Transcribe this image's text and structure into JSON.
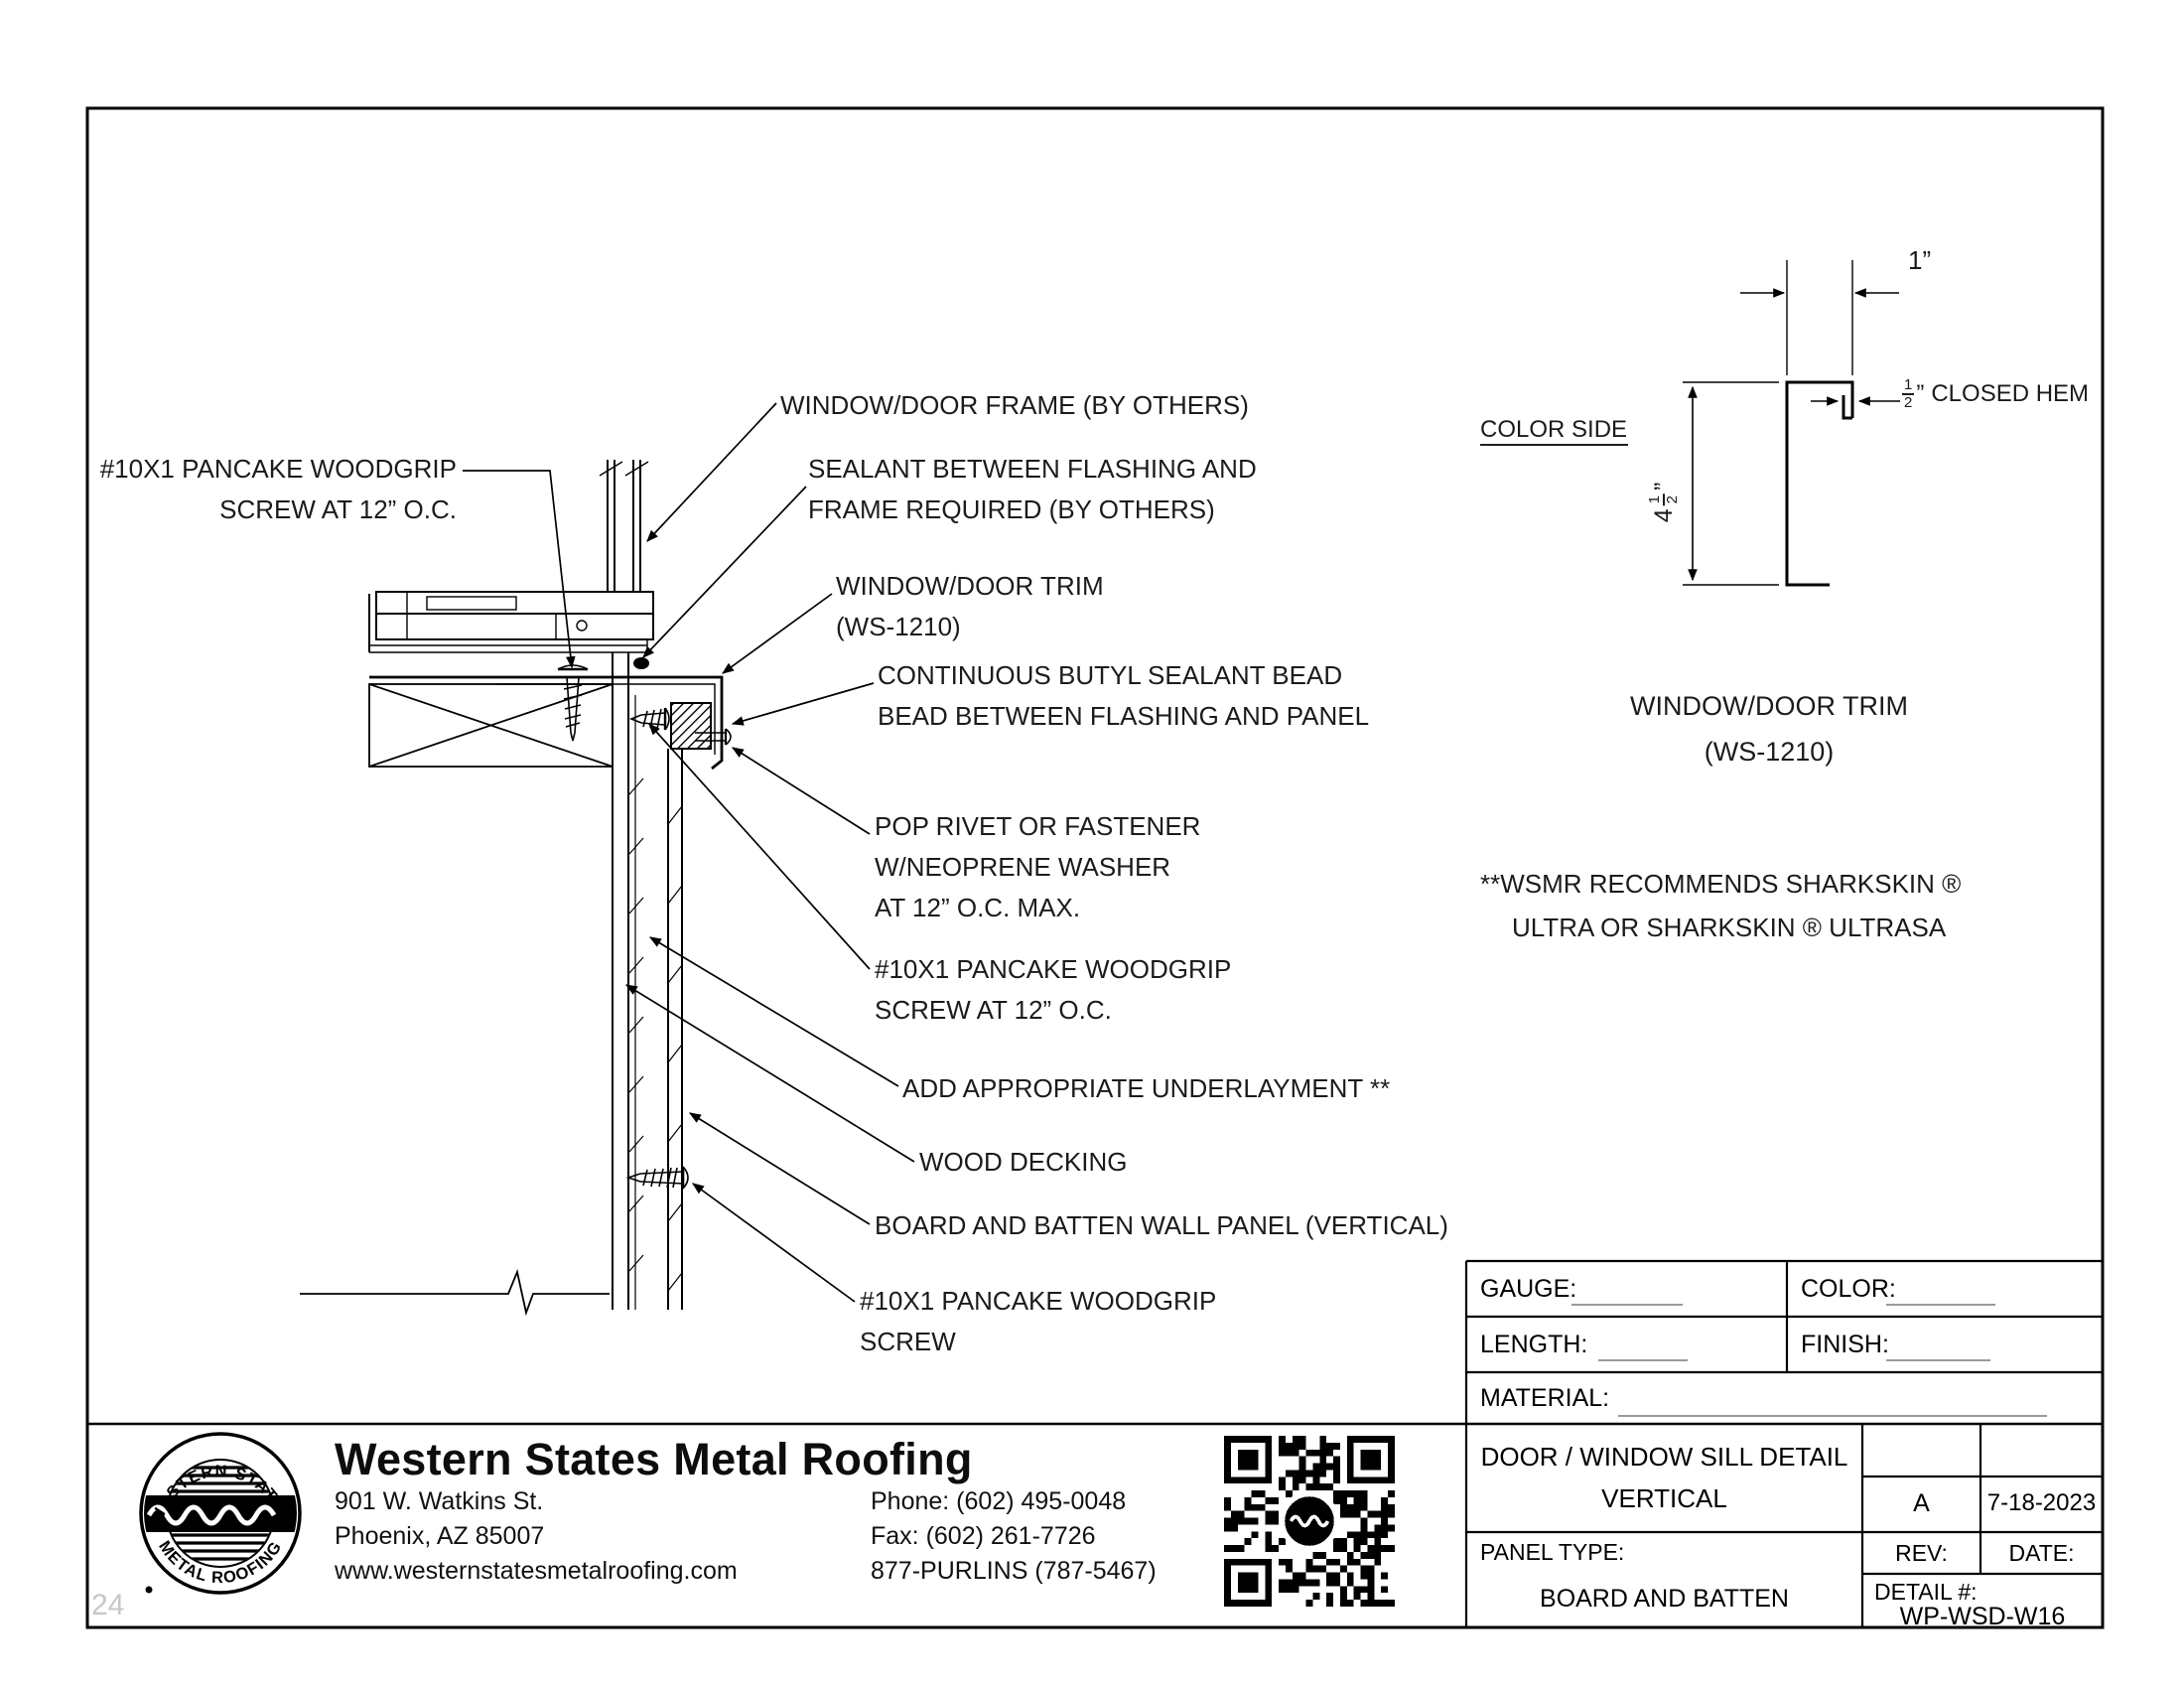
{
  "page": {
    "number": "24"
  },
  "detail_labels": {
    "screw_top_left": {
      "line1": "#10X1 PANCAKE WOODGRIP",
      "line2": "SCREW AT 12” O.C."
    },
    "frame": "WINDOW/DOOR FRAME (BY OTHERS)",
    "sealant": {
      "line1": "SEALANT BETWEEN FLASHING AND",
      "line2": "FRAME REQUIRED (BY OTHERS)"
    },
    "trim": {
      "line1": "WINDOW/DOOR TRIM",
      "line2": "(WS-1210)"
    },
    "butyl": {
      "line1": "CONTINUOUS BUTYL SEALANT BEAD",
      "line2": "BEAD BETWEEN FLASHING AND PANEL"
    },
    "rivet": {
      "line1": "POP RIVET OR FASTENER",
      "line2": "W/NEOPRENE WASHER",
      "line3": "AT 12” O.C. MAX."
    },
    "screw_mid": {
      "line1": "#10X1 PANCAKE WOODGRIP",
      "line2": "SCREW AT 12” O.C."
    },
    "underlayment": "ADD APPROPRIATE UNDERLAYMENT **",
    "decking": "WOOD DECKING",
    "panel": "BOARD AND BATTEN WALL PANEL (VERTICAL)",
    "screw_bottom": {
      "line1": "#10X1 PANCAKE WOODGRIP",
      "line2": "SCREW"
    }
  },
  "profile": {
    "dim_width": "1”",
    "color_side": "COLOR SIDE",
    "hem": {
      "num": "1",
      "den": "2",
      "unit": "”",
      "label": "CLOSED HEM"
    },
    "height_dim": {
      "whole": "4",
      "num": "1",
      "den": "2",
      "unit": "”"
    },
    "caption_line1": "WINDOW/DOOR TRIM",
    "caption_line2": "(WS-1210)",
    "note_line1": "**WSMR RECOMMENDS SHARKSKIN ®",
    "note_line2": "ULTRA OR SHARKSKIN ® ULTRASA"
  },
  "spec_table": {
    "gauge_label": "GAUGE:",
    "color_label": "COLOR:",
    "length_label": "LENGTH:",
    "finish_label": "FINISH:",
    "material_label": "MATERIAL:"
  },
  "title_block": {
    "title_line1": "DOOR / WINDOW SILL DETAIL",
    "title_line2": "VERTICAL",
    "rev_value": "A",
    "date_value": "7-18-2023",
    "rev_label": "REV:",
    "date_label": "DATE:",
    "panel_type_label": "PANEL TYPE:",
    "panel_type_value": "BOARD AND BATTEN",
    "detail_label": "DETAIL #:",
    "detail_value": "WP-WSD-W16"
  },
  "footer": {
    "company": "Western States Metal Roofing",
    "address_line1": "901 W. Watkins St.",
    "address_line2": "Phoenix, AZ 85007",
    "website": "www.westernstatesmetalroofing.com",
    "phone": "Phone: (602) 495-0048",
    "fax": "Fax: (602) 261-7726",
    "tollfree": "877-PURLINS (787-5467)",
    "logo_top": "WESTERN STATES",
    "logo_bottom": "METAL ROOFING"
  }
}
